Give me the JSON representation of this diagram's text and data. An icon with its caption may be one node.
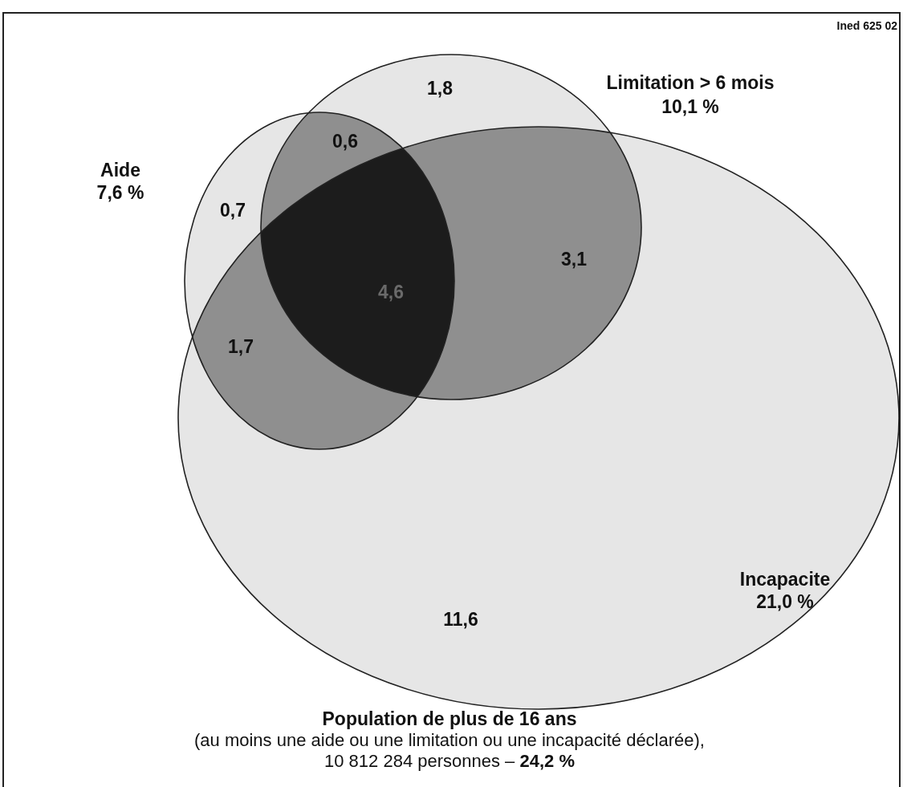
{
  "diagram": {
    "labels": [
      "Ined 625 02",
      "1,8",
      "Limitation > 6 mois",
      "10,1 %",
      "0,6",
      "Aide",
      "7,6 %",
      "0,7",
      "3,1",
      "4,6",
      "1,7",
      "Incapacite",
      "21,0 %",
      "11,6",
      "Population de plus de 16 ans",
      "(au moins une aide ou une limitation ou une incapacité déclarée),",
      "10 812 284 personnes – **24,2 %**"
    ]
  }
}
